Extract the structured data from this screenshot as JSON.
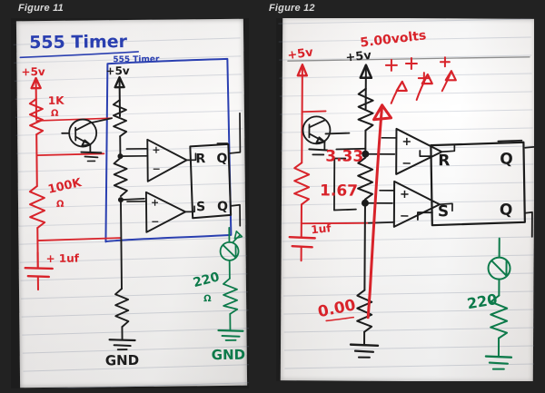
{
  "figures": [
    {
      "caption": "Figure 11",
      "title_pencil": "555 Timer",
      "title_inner": "555 Timer",
      "labels": {
        "supply_left": "+5v",
        "supply_mid": "+5v",
        "r_bias": "1K",
        "r_bias_unit": "Ω",
        "r_timing": "100K",
        "r_timing_unit": "Ω",
        "cap": "+ 1uf",
        "latch_r": "R",
        "latch_qbar": "Q",
        "latch_s": "S",
        "latch_q": "Q",
        "comp_plus": "+",
        "comp_minus": "−",
        "gnd_center": "GND",
        "gnd_led": "GND",
        "r_led": "220",
        "r_led_unit": "Ω"
      }
    },
    {
      "caption": "Figure 12",
      "labels": {
        "supply_left": "+5v",
        "supply_mid": "+5v",
        "measured_supply": "5.00volts",
        "node_upper": "3.33",
        "node_lower": "1.67",
        "node_ground": "0.00",
        "cap": "1uf",
        "latch_r": "R",
        "latch_qbar": "Q",
        "latch_s": "S",
        "latch_q": "Q",
        "comp_plus": "+",
        "comp_minus": "−",
        "r_led": "220",
        "plus_marks": [
          "+",
          "+",
          "+",
          "+"
        ]
      }
    }
  ],
  "colors": {
    "background": "#222222",
    "paper": "#f6f4f2",
    "ink_black": "#1c1c1c",
    "ink_red": "#d8232a",
    "ink_blue": "#2a3fb0",
    "ink_green": "#0d7a4a",
    "caption_text": "#d9d9d9"
  }
}
